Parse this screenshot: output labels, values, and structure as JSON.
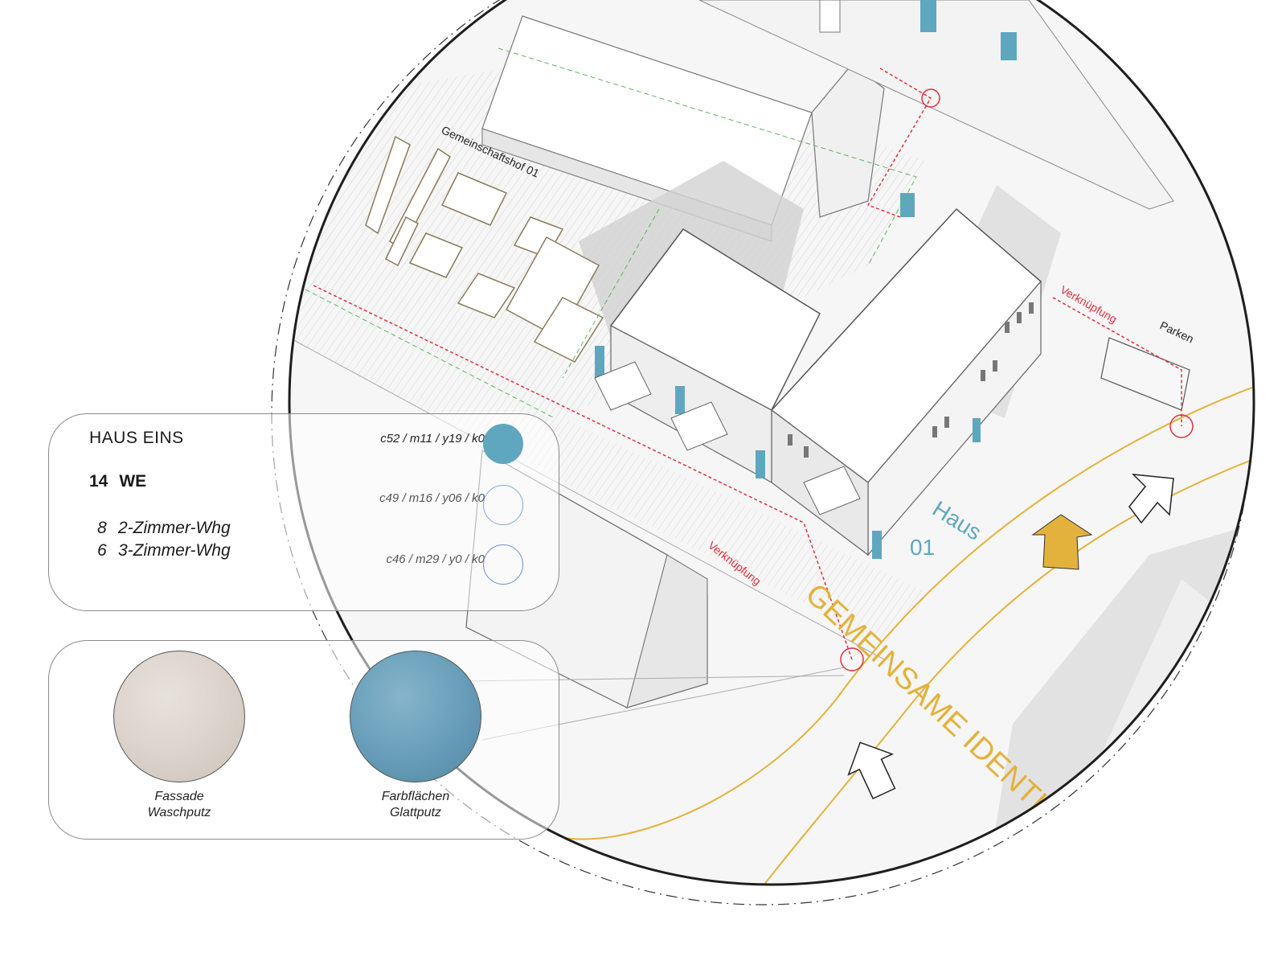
{
  "labels": {
    "courtyard": "Gemeinschaftshof 01",
    "link_top": "Verknüpfung",
    "link_bottom": "Verknüpfung",
    "parking": "Parken",
    "house_word": "Haus",
    "house_number": "01",
    "slogan": "GEMEINSAME IDENTITÄT"
  },
  "info": {
    "title": "HAUS EINS",
    "total_count": "14",
    "total_unit": "WE",
    "units": [
      {
        "count": "8",
        "type": "2-Zimmer-Whg"
      },
      {
        "count": "6",
        "type": "3-Zimmer-Whg"
      }
    ],
    "colors": [
      {
        "code": "c52 / m11 / y19 / k0",
        "hex": "#5fa7bf",
        "filled": true
      },
      {
        "code": "c49 / m16 / y06 / k0",
        "hex": "#7fa8cf",
        "filled": false
      },
      {
        "code": "c46 / m29 / y0 / k0",
        "hex": "#6b8fd0",
        "filled": false
      }
    ]
  },
  "materials": [
    {
      "line1": "Fassade",
      "line2": "Waschputz",
      "hex": "#dad2ca"
    },
    {
      "line1": "Farbflächen",
      "line2": "Glattputz",
      "hex": "#6a9fba"
    }
  ],
  "colors": {
    "accent_yellow": "#e3b23c",
    "link_red": "#e0303a",
    "house_blue": "#5fa7bf",
    "green_dash": "#5cb85c"
  },
  "icons": [
    "outline-arrow-icon",
    "filled-arrow-icon",
    "link-node-icon"
  ]
}
